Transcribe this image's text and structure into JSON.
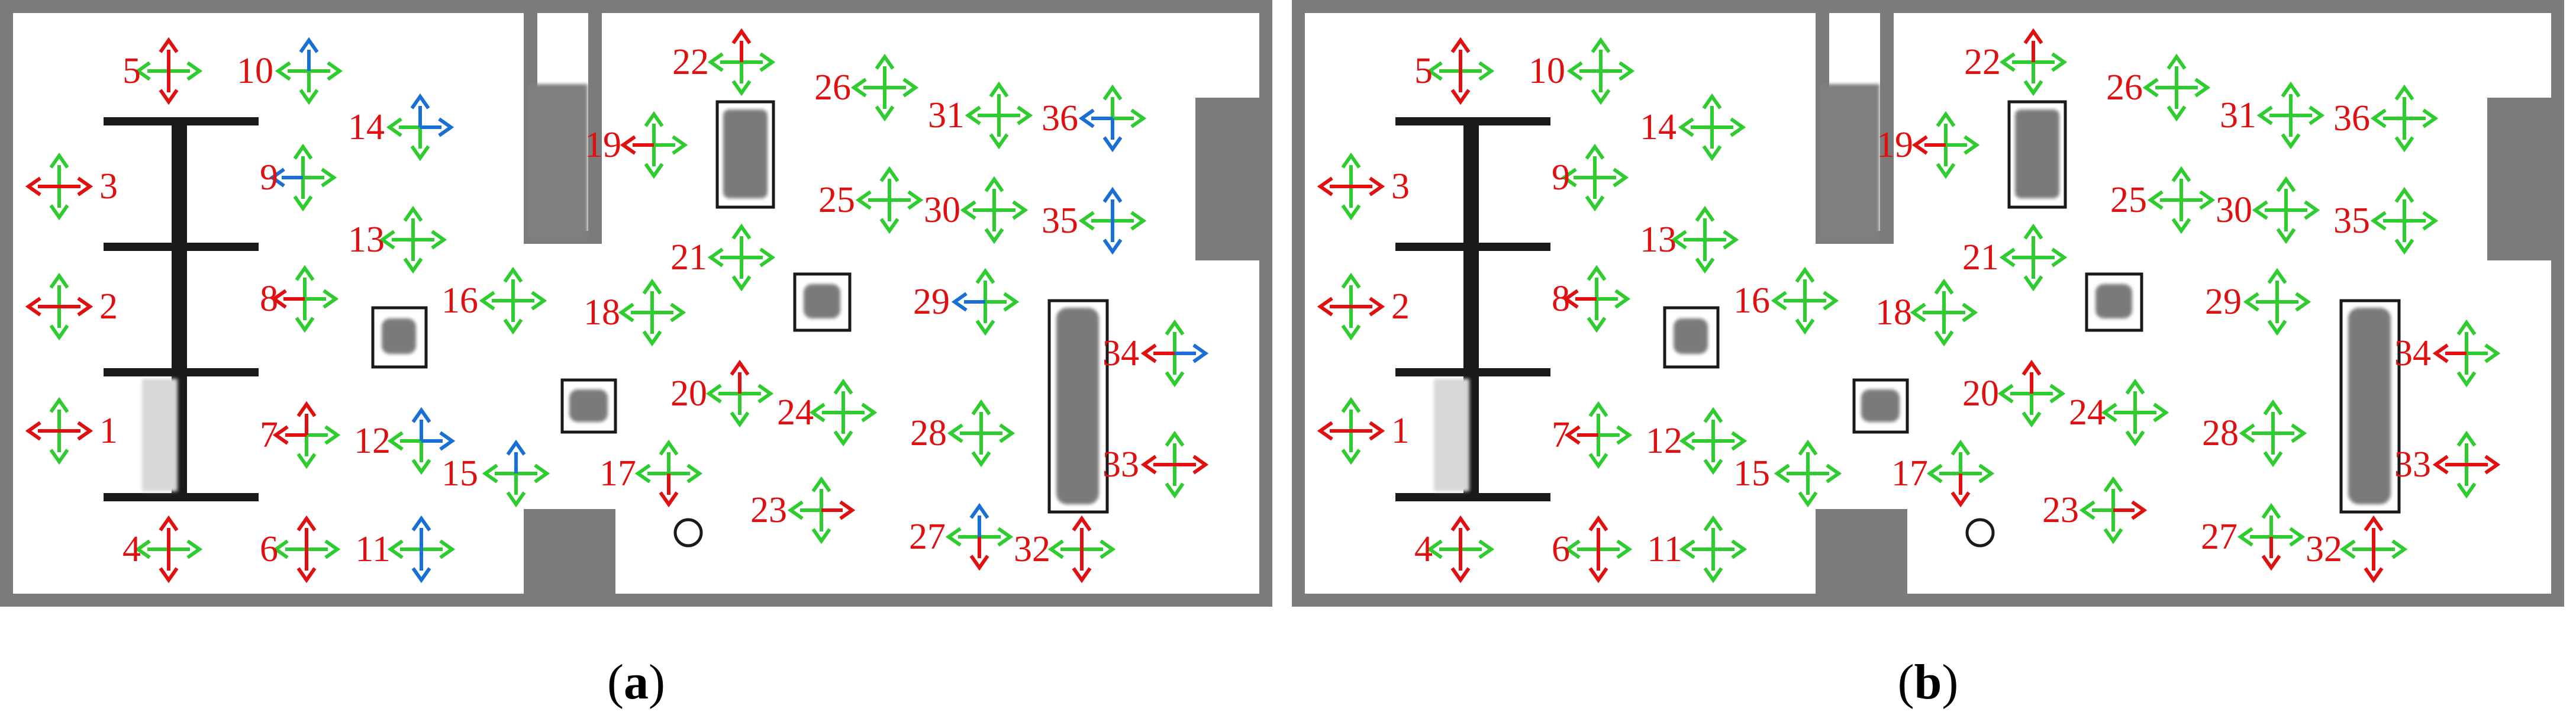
{
  "colors": {
    "wall": "#7b7b7b",
    "floor": "#ffffff",
    "obstacle": "#7a7a7a",
    "label": "#e01010",
    "arrow_green": "#2ecc2e",
    "arrow_red": "#e01010",
    "arrow_blue": "#1a6fd4",
    "shelf": "#1a1a1a"
  },
  "icons": {
    "action_arrows": "four-way-arrow-icon",
    "unit": "circle-marker-icon"
  },
  "panels": [
    {
      "caption_open": "(",
      "caption_letter": "a",
      "caption_close": ")",
      "nodes": [
        {
          "label": "1",
          "arrows": {
            "up": "green",
            "down": "green",
            "left": "red",
            "right": "red"
          }
        },
        {
          "label": "2",
          "arrows": {
            "up": "green",
            "down": "green",
            "left": "red",
            "right": "red"
          }
        },
        {
          "label": "3",
          "arrows": {
            "up": "green",
            "down": "green",
            "left": "red",
            "right": "red"
          }
        },
        {
          "label": "4",
          "arrows": {
            "up": "red",
            "down": "red",
            "left": "green",
            "right": "green"
          }
        },
        {
          "label": "5",
          "arrows": {
            "up": "red",
            "down": "red",
            "left": "green",
            "right": "green"
          }
        },
        {
          "label": "6",
          "arrows": {
            "up": "red",
            "down": "red",
            "left": "green",
            "right": "green"
          }
        },
        {
          "label": "7",
          "arrows": {
            "up": "red",
            "down": "green",
            "left": "red",
            "right": "green"
          }
        },
        {
          "label": "8",
          "arrows": {
            "up": "green",
            "down": "green",
            "left": "red",
            "right": "green"
          }
        },
        {
          "label": "9",
          "arrows": {
            "up": "green",
            "down": "green",
            "left": "blue",
            "right": "green"
          }
        },
        {
          "label": "10",
          "arrows": {
            "up": "blue",
            "down": "green",
            "left": "green",
            "right": "green"
          }
        },
        {
          "label": "11",
          "arrows": {
            "up": "blue",
            "down": "blue",
            "left": "green",
            "right": "green"
          }
        },
        {
          "label": "12",
          "arrows": {
            "up": "blue",
            "down": "green",
            "left": "green",
            "right": "blue"
          }
        },
        {
          "label": "13",
          "arrows": {
            "up": "green",
            "down": "green",
            "left": "green",
            "right": "green"
          }
        },
        {
          "label": "14",
          "arrows": {
            "up": "blue",
            "down": "green",
            "left": "green",
            "right": "blue"
          }
        },
        {
          "label": "15",
          "arrows": {
            "up": "blue",
            "down": "green",
            "left": "green",
            "right": "green"
          }
        },
        {
          "label": "16",
          "arrows": {
            "up": "green",
            "down": "green",
            "left": "green",
            "right": "green"
          }
        },
        {
          "label": "17",
          "arrows": {
            "up": "green",
            "down": "red",
            "left": "green",
            "right": "green"
          }
        },
        {
          "label": "18",
          "arrows": {
            "up": "green",
            "down": "green",
            "left": "green",
            "right": "green"
          }
        },
        {
          "label": "19",
          "arrows": {
            "up": "green",
            "down": "green",
            "left": "red",
            "right": "green"
          }
        },
        {
          "label": "20",
          "arrows": {
            "up": "red",
            "down": "green",
            "left": "green",
            "right": "green"
          }
        },
        {
          "label": "21",
          "arrows": {
            "up": "green",
            "down": "green",
            "left": "green",
            "right": "green"
          }
        },
        {
          "label": "22",
          "arrows": {
            "up": "red",
            "down": "green",
            "left": "green",
            "right": "green"
          }
        },
        {
          "label": "23",
          "arrows": {
            "up": "green",
            "down": "green",
            "left": "green",
            "right": "red"
          }
        },
        {
          "label": "24",
          "arrows": {
            "up": "green",
            "down": "green",
            "left": "green",
            "right": "green"
          }
        },
        {
          "label": "25",
          "arrows": {
            "up": "green",
            "down": "green",
            "left": "green",
            "right": "green"
          }
        },
        {
          "label": "26",
          "arrows": {
            "up": "green",
            "down": "green",
            "left": "green",
            "right": "green"
          }
        },
        {
          "label": "27",
          "arrows": {
            "up": "blue",
            "down": "red",
            "left": "green",
            "right": "green"
          }
        },
        {
          "label": "28",
          "arrows": {
            "up": "green",
            "down": "green",
            "left": "green",
            "right": "green"
          }
        },
        {
          "label": "29",
          "arrows": {
            "up": "green",
            "down": "green",
            "left": "blue",
            "right": "green"
          }
        },
        {
          "label": "30",
          "arrows": {
            "up": "green",
            "down": "green",
            "left": "green",
            "right": "green"
          }
        },
        {
          "label": "31",
          "arrows": {
            "up": "green",
            "down": "green",
            "left": "green",
            "right": "green"
          }
        },
        {
          "label": "32",
          "arrows": {
            "up": "red",
            "down": "red",
            "left": "green",
            "right": "green"
          }
        },
        {
          "label": "33",
          "arrows": {
            "up": "green",
            "down": "green",
            "left": "red",
            "right": "red"
          }
        },
        {
          "label": "34",
          "arrows": {
            "up": "green",
            "down": "green",
            "left": "red",
            "right": "blue"
          }
        },
        {
          "label": "35",
          "arrows": {
            "up": "blue",
            "down": "blue",
            "left": "green",
            "right": "green"
          }
        },
        {
          "label": "36",
          "arrows": {
            "up": "green",
            "down": "blue",
            "left": "blue",
            "right": "green"
          }
        }
      ]
    },
    {
      "caption_open": "(",
      "caption_letter": "b",
      "caption_close": ")",
      "nodes": [
        {
          "label": "1",
          "arrows": {
            "up": "green",
            "down": "green",
            "left": "red",
            "right": "red"
          }
        },
        {
          "label": "2",
          "arrows": {
            "up": "green",
            "down": "green",
            "left": "red",
            "right": "red"
          }
        },
        {
          "label": "3",
          "arrows": {
            "up": "green",
            "down": "green",
            "left": "red",
            "right": "red"
          }
        },
        {
          "label": "4",
          "arrows": {
            "up": "red",
            "down": "red",
            "left": "green",
            "right": "green"
          }
        },
        {
          "label": "5",
          "arrows": {
            "up": "red",
            "down": "red",
            "left": "green",
            "right": "green"
          }
        },
        {
          "label": "6",
          "arrows": {
            "up": "red",
            "down": "red",
            "left": "green",
            "right": "green"
          }
        },
        {
          "label": "7",
          "arrows": {
            "up": "green",
            "down": "green",
            "left": "red",
            "right": "green"
          }
        },
        {
          "label": "8",
          "arrows": {
            "up": "green",
            "down": "green",
            "left": "red",
            "right": "green"
          }
        },
        {
          "label": "9",
          "arrows": {
            "up": "green",
            "down": "green",
            "left": "green",
            "right": "green"
          }
        },
        {
          "label": "10",
          "arrows": {
            "up": "green",
            "down": "green",
            "left": "green",
            "right": "green"
          }
        },
        {
          "label": "11",
          "arrows": {
            "up": "green",
            "down": "green",
            "left": "green",
            "right": "green"
          }
        },
        {
          "label": "12",
          "arrows": {
            "up": "green",
            "down": "green",
            "left": "green",
            "right": "green"
          }
        },
        {
          "label": "13",
          "arrows": {
            "up": "green",
            "down": "green",
            "left": "green",
            "right": "green"
          }
        },
        {
          "label": "14",
          "arrows": {
            "up": "green",
            "down": "green",
            "left": "green",
            "right": "green"
          }
        },
        {
          "label": "15",
          "arrows": {
            "up": "green",
            "down": "green",
            "left": "green",
            "right": "green"
          }
        },
        {
          "label": "16",
          "arrows": {
            "up": "green",
            "down": "green",
            "left": "green",
            "right": "green"
          }
        },
        {
          "label": "17",
          "arrows": {
            "up": "green",
            "down": "red",
            "left": "green",
            "right": "green"
          }
        },
        {
          "label": "18",
          "arrows": {
            "up": "green",
            "down": "green",
            "left": "green",
            "right": "green"
          }
        },
        {
          "label": "19",
          "arrows": {
            "up": "green",
            "down": "green",
            "left": "red",
            "right": "green"
          }
        },
        {
          "label": "20",
          "arrows": {
            "up": "red",
            "down": "green",
            "left": "green",
            "right": "green"
          }
        },
        {
          "label": "21",
          "arrows": {
            "up": "green",
            "down": "green",
            "left": "green",
            "right": "green"
          }
        },
        {
          "label": "22",
          "arrows": {
            "up": "red",
            "down": "green",
            "left": "green",
            "right": "green"
          }
        },
        {
          "label": "23",
          "arrows": {
            "up": "green",
            "down": "green",
            "left": "green",
            "right": "red"
          }
        },
        {
          "label": "24",
          "arrows": {
            "up": "green",
            "down": "green",
            "left": "green",
            "right": "green"
          }
        },
        {
          "label": "25",
          "arrows": {
            "up": "green",
            "down": "green",
            "left": "green",
            "right": "green"
          }
        },
        {
          "label": "26",
          "arrows": {
            "up": "green",
            "down": "green",
            "left": "green",
            "right": "green"
          }
        },
        {
          "label": "27",
          "arrows": {
            "up": "green",
            "down": "red",
            "left": "green",
            "right": "green"
          }
        },
        {
          "label": "28",
          "arrows": {
            "up": "green",
            "down": "green",
            "left": "green",
            "right": "green"
          }
        },
        {
          "label": "29",
          "arrows": {
            "up": "green",
            "down": "green",
            "left": "green",
            "right": "green"
          }
        },
        {
          "label": "30",
          "arrows": {
            "up": "green",
            "down": "green",
            "left": "green",
            "right": "green"
          }
        },
        {
          "label": "31",
          "arrows": {
            "up": "green",
            "down": "green",
            "left": "green",
            "right": "green"
          }
        },
        {
          "label": "32",
          "arrows": {
            "up": "red",
            "down": "red",
            "left": "green",
            "right": "green"
          }
        },
        {
          "label": "33",
          "arrows": {
            "up": "green",
            "down": "green",
            "left": "red",
            "right": "red"
          }
        },
        {
          "label": "34",
          "arrows": {
            "up": "green",
            "down": "green",
            "left": "red",
            "right": "green"
          }
        },
        {
          "label": "35",
          "arrows": {
            "up": "green",
            "down": "green",
            "left": "green",
            "right": "green"
          }
        },
        {
          "label": "36",
          "arrows": {
            "up": "green",
            "down": "green",
            "left": "green",
            "right": "green"
          }
        }
      ]
    }
  ]
}
